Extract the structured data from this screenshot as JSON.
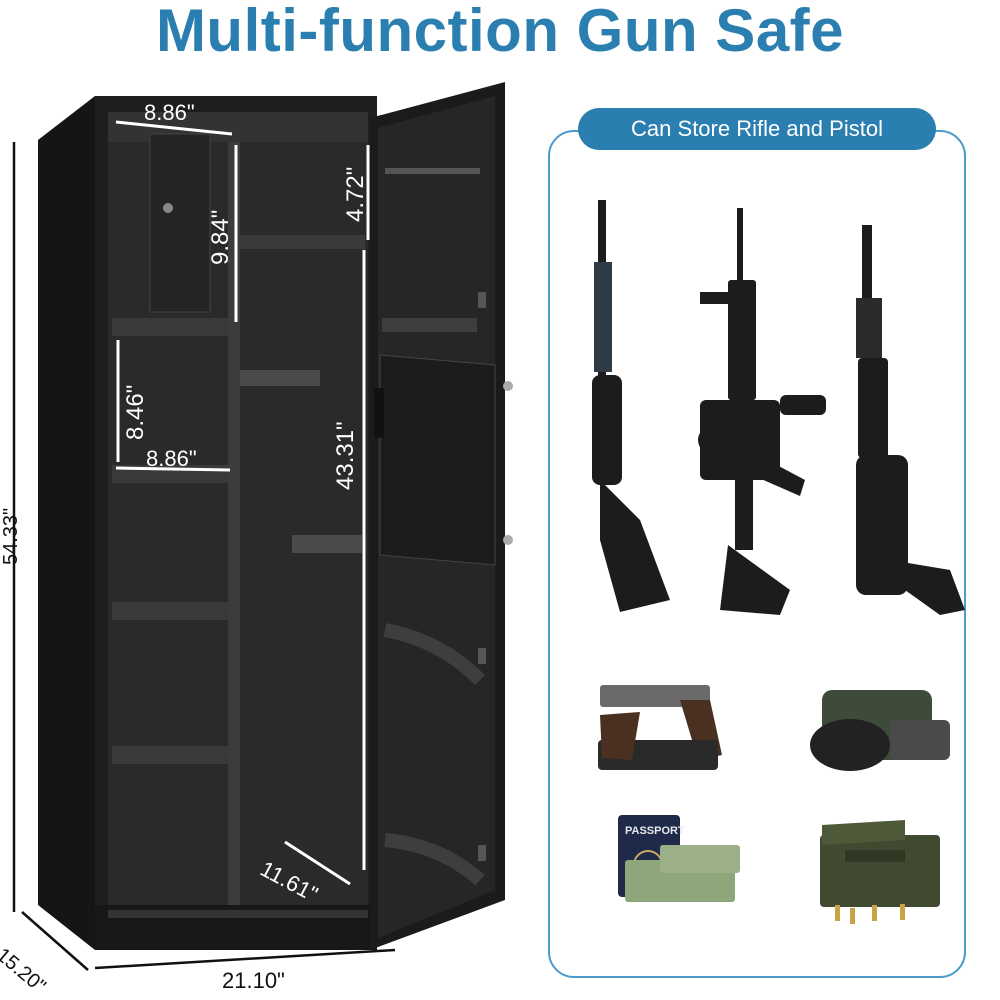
{
  "title": "Multi-function Gun Safe",
  "panel": {
    "title": "Can Store Rifle and Pistol"
  },
  "dimensions": {
    "top_width": "8.86\"",
    "lock_box_height": "9.84\"",
    "door_top": "4.72\"",
    "shelf_height": "8.46\"",
    "shelf_width": "8.86\"",
    "inner_height": "43.31\"",
    "depth_inner": "11.61\"",
    "total_height": "54.33\"",
    "total_depth": "15.20\"",
    "total_width": "21.10\""
  },
  "products": [
    {
      "icon": "pump-shotgun-icon"
    },
    {
      "icon": "assault-rifle-icon"
    },
    {
      "icon": "pistol-grip-shotgun-icon"
    },
    {
      "icon": "pistols-icon"
    },
    {
      "icon": "tactical-gear-icon"
    },
    {
      "icon": "passport-cash-icon",
      "text": "PASSPORT"
    },
    {
      "icon": "ammo-box-icon"
    }
  ],
  "colors": {
    "title": "#2a7fb0",
    "panel_border": "#4a9bcc",
    "safe": "#1a1a1a"
  }
}
